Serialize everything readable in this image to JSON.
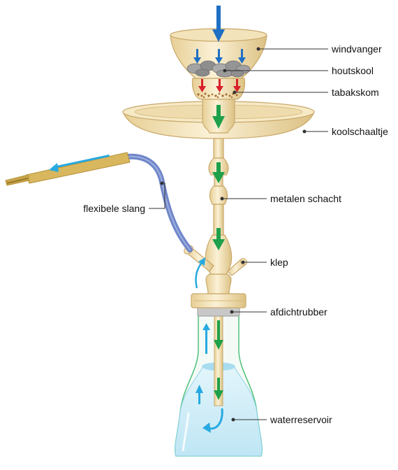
{
  "labels": {
    "windvanger": "windvanger",
    "houtskool": "houtskool",
    "tabakskom": "tabakskom",
    "koolschaaltje": "koolschaaltje",
    "metalen_schacht": "metalen schacht",
    "flexibele_slang": "flexibele slang",
    "klep": "klep",
    "afdichtrubber": "afdichtrubber",
    "waterreservoir": "waterreservoir"
  },
  "colors": {
    "glass": "#f6e9c6",
    "glass_edge": "#c9a86a",
    "hose": "#6f86c9",
    "mouthpiece": "#d9b75e",
    "coal": "#9a9a9a",
    "tobacco": "#a46a2a",
    "seal": "#c8c8c8",
    "water": "#cfeef8",
    "vase_edge": "#4ec07a",
    "arrow_blue": "#1f6fc4",
    "arrow_cyan": "#27a9e1",
    "arrow_green": "#1fa04a",
    "arrow_red": "#d8202a"
  }
}
